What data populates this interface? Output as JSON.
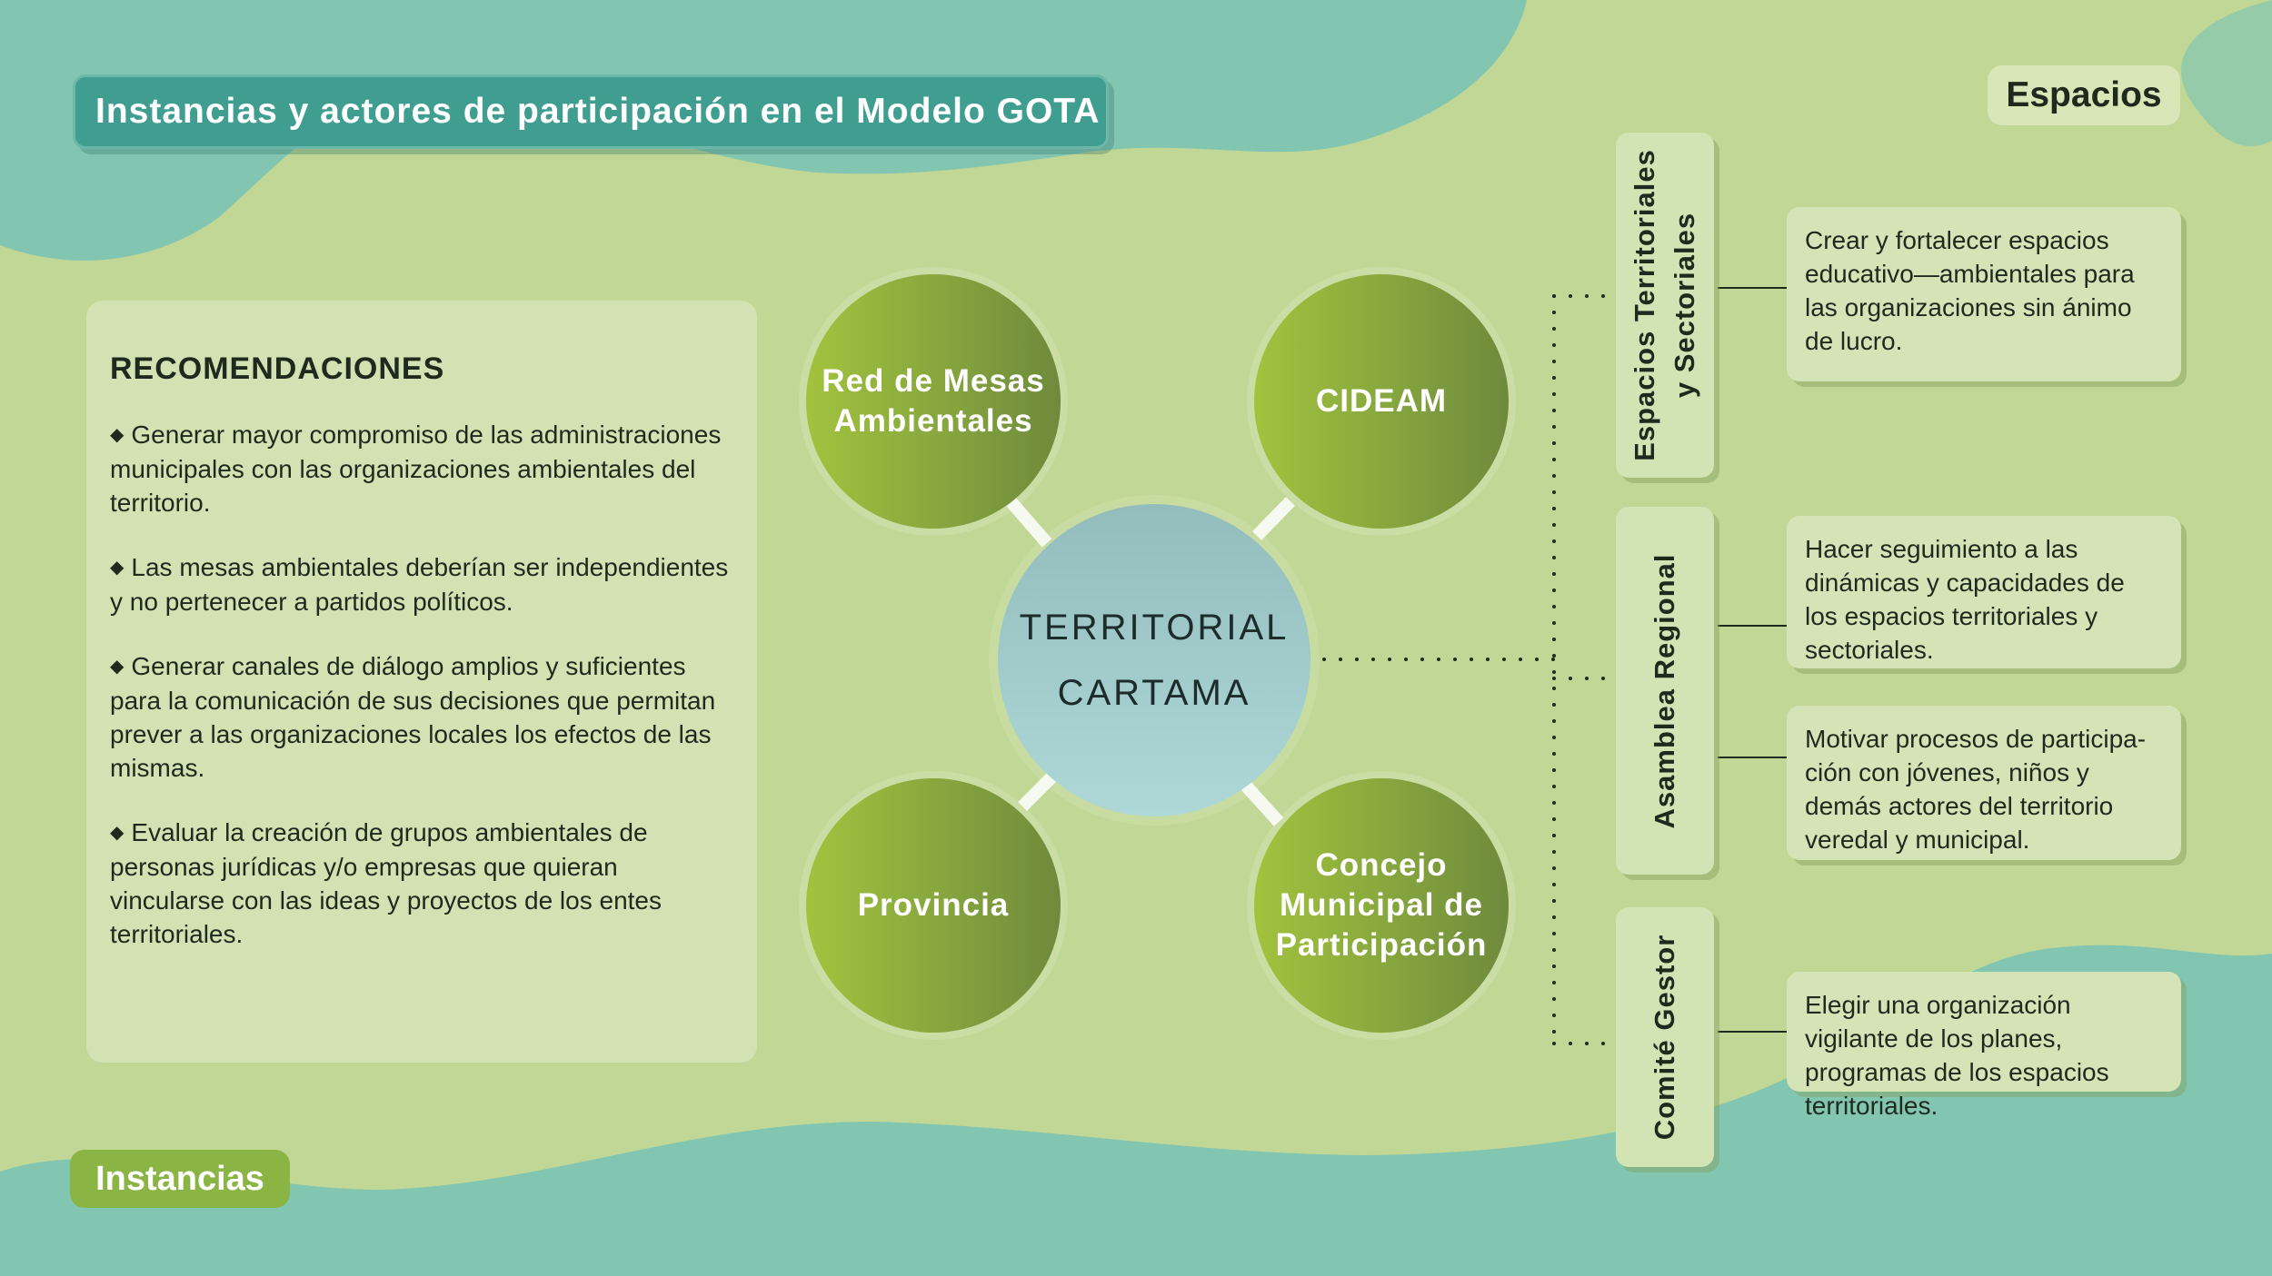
{
  "title": "Instancias y actores de participación en el Modelo GOTA",
  "tags": {
    "espacios": "Espacios",
    "instancias": "Instancias"
  },
  "recommendations": {
    "heading": "RECOMENDACIONES",
    "items": [
      "Generar mayor compromiso de las administraciones municipales con las organizaciones ambientales del territorio.",
      "Las mesas ambientales deberían ser independientes y no pertenecer a partidos políticos.",
      "Generar canales de diálogo amplios y suficientes para la comunicación de sus decisiones que permitan prever a las organizaciones locales los efectos de las mismas.",
      "Evaluar la creación de grupos ambientales de personas jurídicas y/o empresas que quieran vincularse con las ideas y proyectos de los entes territoriales."
    ]
  },
  "center": {
    "line1": "TERRITORIAL",
    "line2": "CARTAMA"
  },
  "instances": {
    "red": "Red de Mesas Ambientales",
    "cideam": "CIDEAM",
    "provincia": "Provincia",
    "concejo": "Concejo Municipal de Participación"
  },
  "spaces": {
    "territoriales": {
      "line1": "Espacios Territoriales",
      "line2": "y Sectoriales"
    },
    "asamblea": "Asamblea Regional",
    "comite": "Comité Gestor"
  },
  "descriptions": {
    "territoriales": "Crear y fortalecer espacios educativo—ambientales para las organizaciones sin ánimo de lucro.",
    "asamblea_1": "Hacer seguimiento a las dinámicas y capacidades de los espacios territoriales y sectoriales.",
    "asamblea_2": "Motivar procesos de participa-ción con jóvenes, niños y demás actores del territorio veredal y municipal.",
    "comite": "Elegir una organización vigilante de los planes, programas de los espacios territoriales."
  },
  "colors": {
    "background": "#c1d795",
    "teal_wave": "#82c6b2",
    "banner": "#3f9e90",
    "circle_green": "#8fb13e",
    "center_blue": "#a4cfd0"
  }
}
